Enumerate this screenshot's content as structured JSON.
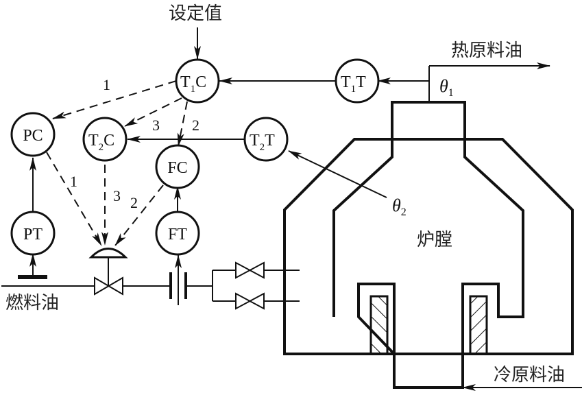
{
  "title": "加热炉出口温度控制系统示意图",
  "labels": {
    "setpoint": "设定值",
    "hot_feed": "热原料油",
    "cold_feed": "冷原料油",
    "fuel_oil": "燃料油",
    "furnace": "炉膛",
    "theta1": "θ",
    "theta1_sub": "1",
    "theta2": "θ",
    "theta2_sub": "2"
  },
  "instruments": {
    "t1c": {
      "main": "T",
      "sub": "1",
      "tail": "C"
    },
    "t1t": {
      "main": "T",
      "sub": "1",
      "tail": "T"
    },
    "t2c": {
      "main": "T",
      "sub": "2",
      "tail": "C"
    },
    "t2t": {
      "main": "T",
      "sub": "2",
      "tail": "T"
    },
    "pc": {
      "label": "PC"
    },
    "pt": {
      "label": "PT"
    },
    "fc": {
      "label": "FC"
    },
    "ft": {
      "label": "FT"
    }
  },
  "signal_numbers": {
    "t1c_to_pc": "1",
    "t1c_to_t2c": "3",
    "t1c_to_fc": "2",
    "pc_to_valve": "1",
    "t2c_to_valve": "3",
    "fc_to_valve": "2"
  }
}
